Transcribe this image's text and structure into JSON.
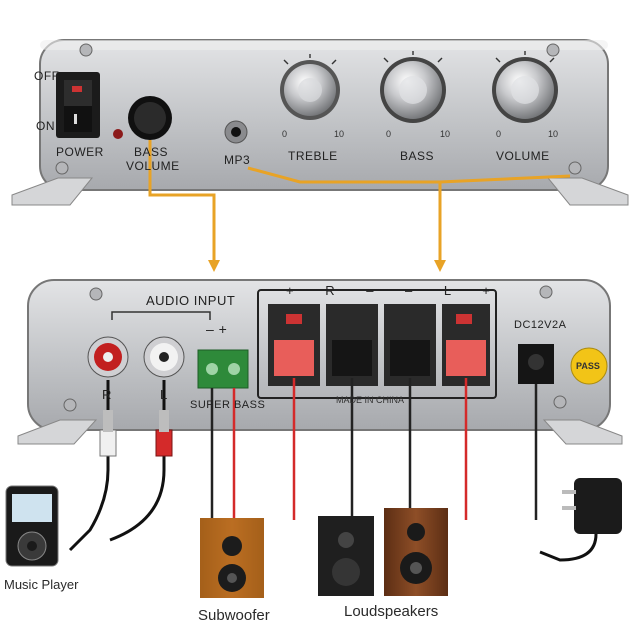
{
  "front_panel": {
    "off_label": "OFF",
    "on_label": "ON",
    "power_label": "POWER",
    "bass_volume_label_1": "BASS",
    "bass_volume_label_2": "VOLUME",
    "mp3_label": "MP3",
    "treble_label": "TREBLE",
    "bass_label": "BASS",
    "volume_label": "VOLUME",
    "scale_min": "0",
    "scale_max": "10"
  },
  "rear_panel": {
    "audio_input_label": "AUDIO INPUT",
    "r_label": "R",
    "l_label": "L",
    "minus_plus_label": "– +",
    "super_bass_label": "SUPER BASS",
    "speaker_polarity": "+ R – – L +",
    "made_in_label": "MADE IN CHINA",
    "dc_label": "DC12V2A",
    "pass_badge": "PASS"
  },
  "captions": {
    "music_player": "Music Player",
    "subwoofer": "Subwoofer",
    "loudspeakers": "Loudspeakers"
  },
  "colors": {
    "panel": "#c9cbce",
    "panel_dark": "#9a9ca0",
    "wire_orange": "#e8a326",
    "wire_red": "#d42a2a",
    "speaker_wood": "#8a4a25"
  }
}
